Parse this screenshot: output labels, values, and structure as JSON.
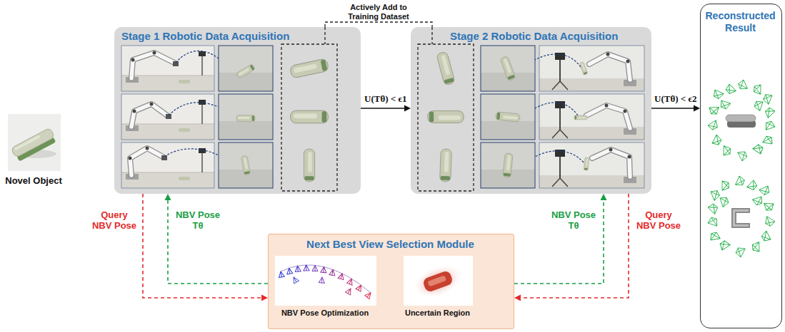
{
  "diagram": {
    "nodes": [
      {
        "text": [
          "Novel Object"
        ]
      },
      {
        "text": [
          "Stage 1 Robotic Data Acquisition"
        ]
      },
      {
        "text": [
          "Stage 2 Robotic Data Acquisition"
        ]
      },
      {
        "text": [
          "Reconstructed Result"
        ]
      },
      {
        "text": [
          "Next Best View Selection Module"
        ]
      },
      {
        "text": [
          "NBV Pose Optimization"
        ],
        "in": 4
      },
      {
        "text": [
          "Uncertain Region"
        ],
        "in": 4
      }
    ],
    "edges": [
      {
        "from": 1,
        "to": 2,
        "label": "U(Tθ) < ϵ1",
        "arrow": "to"
      },
      {
        "from": 2,
        "to": 3,
        "label": "U(Tθ) < ϵ2",
        "arrow": "to"
      },
      {
        "from": 1,
        "to": 2,
        "label": "Actively Add to Training Dataset",
        "arrow": "none"
      },
      {
        "from": 1,
        "to": 4,
        "label": "Query NBV Pose",
        "arrow": "to"
      },
      {
        "from": 4,
        "to": 1,
        "label": "NBV Pose Tθ",
        "arrow": "to"
      },
      {
        "from": 4,
        "to": 2,
        "label": "NBV Pose Tθ",
        "arrow": "to"
      },
      {
        "from": 2,
        "to": 4,
        "label": "Query NBV Pose",
        "arrow": "to"
      },
      {
        "from": 5,
        "to": 6,
        "arrow": "to"
      }
    ]
  }
}
